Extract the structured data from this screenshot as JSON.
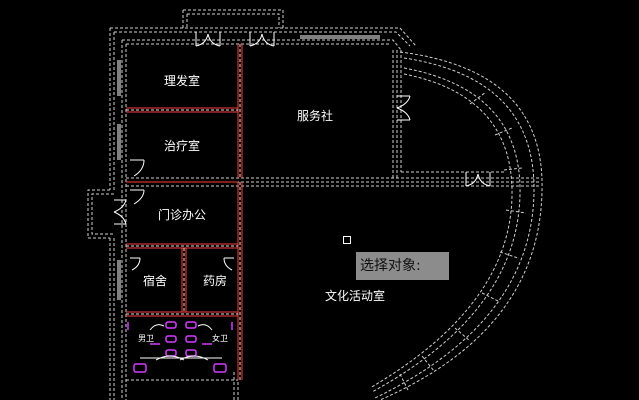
{
  "rooms": {
    "barber": "理发室",
    "treatment": "治疗室",
    "clinic_office": "门诊办公",
    "dorm": "宿舍",
    "pharmacy": "药房",
    "service": "服务社",
    "activity": "文化活动室",
    "men_wc": "男卫",
    "women_wc": "女卫"
  },
  "command_prompt": "选择对象:",
  "colors": {
    "background": "#000000",
    "wall": "#ffffff",
    "wall_dash": "#c8c8c8",
    "partition": "#ff3b3b",
    "fixture": "#d23cff",
    "prompt_bg": "#8c8c8c"
  }
}
